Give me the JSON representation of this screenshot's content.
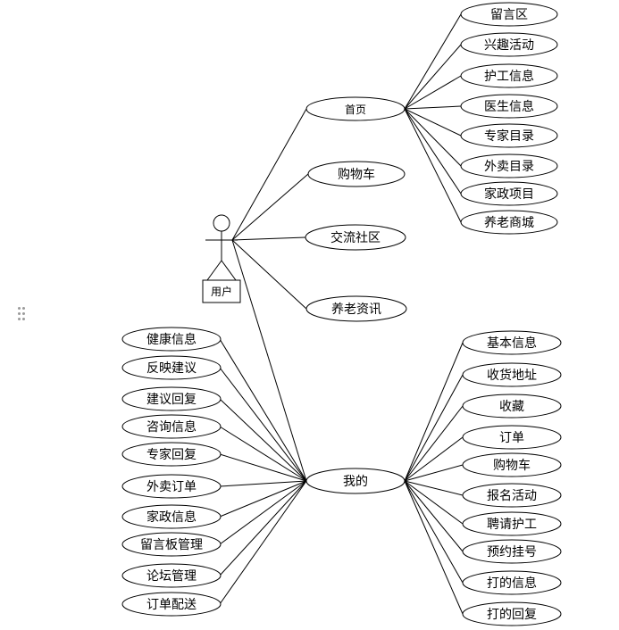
{
  "actor": {
    "label": "用户"
  },
  "first_level": [
    {
      "id": "home",
      "label": "首页"
    },
    {
      "id": "cart",
      "label": "购物车"
    },
    {
      "id": "community",
      "label": "交流社区"
    },
    {
      "id": "news",
      "label": "养老资讯"
    },
    {
      "id": "mine",
      "label": "我的"
    }
  ],
  "home_children": [
    "留言区",
    "兴趣活动",
    "护工信息",
    "医生信息",
    "专家目录",
    "外卖目录",
    "家政项目",
    "养老商城"
  ],
  "mine_right_children": [
    "基本信息",
    "收货地址",
    "收藏",
    "订单",
    "购物车",
    "报名活动",
    "聘请护工",
    "预约挂号",
    "打的信息",
    "打的回复"
  ],
  "mine_left_children": [
    "健康信息",
    "反映建议",
    "建议回复",
    "咨询信息",
    "专家回复",
    "外卖订单",
    "家政信息",
    "留言板管理",
    "论坛管理",
    "订单配送"
  ]
}
